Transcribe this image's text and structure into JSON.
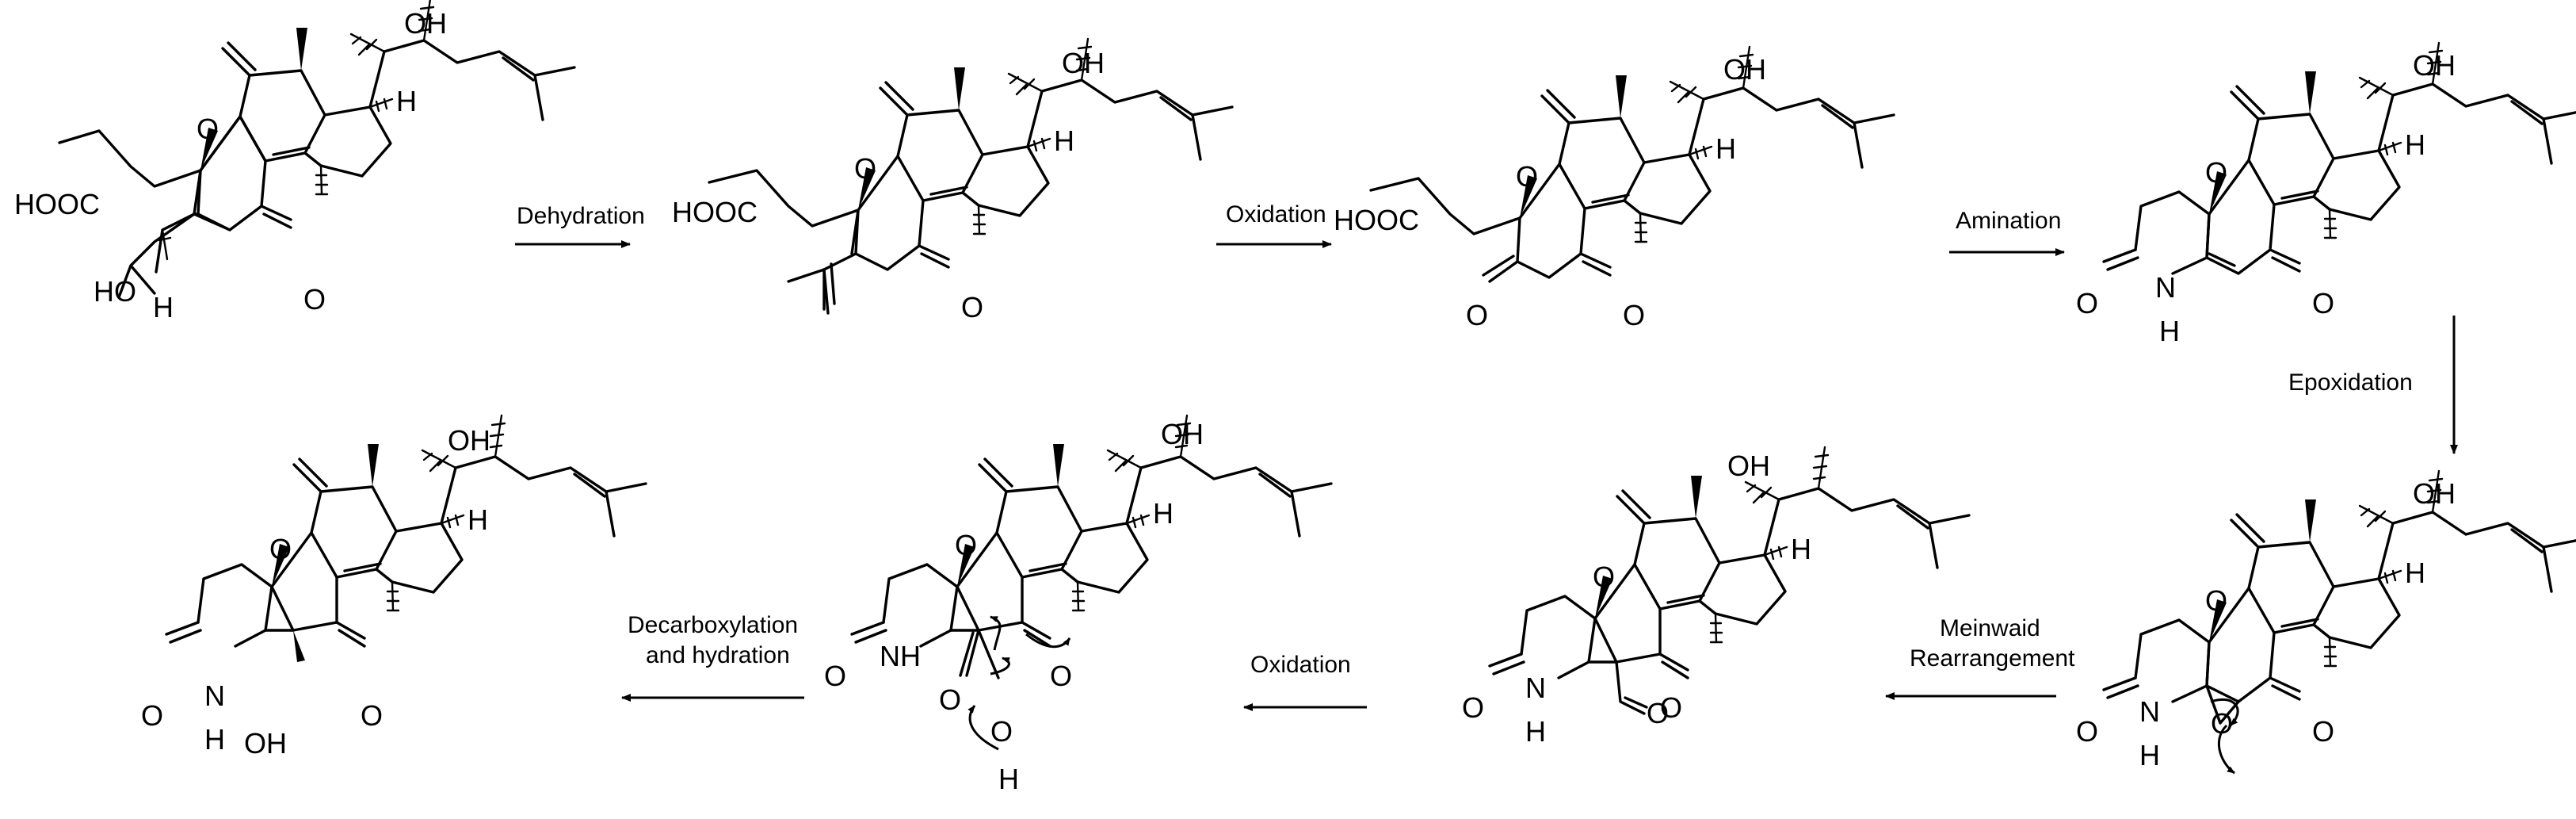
{
  "atoms": {
    "oh": "OH",
    "h": "H",
    "o": "O",
    "nh": "NH",
    "n": "N",
    "hooc": "HOOC",
    "ho": "HO"
  },
  "steps": {
    "dehydration": "Dehydration",
    "oxidation1": "Oxidation",
    "amination": "Amination",
    "epoxidation": "Epoxidation",
    "meinwald_line1": "Meinwaid",
    "meinwald_line2": "Rearrangement",
    "oxidation2": "Oxidation",
    "decarb_line1": "Decarboxylation",
    "decarb_line2": "and hydration"
  }
}
